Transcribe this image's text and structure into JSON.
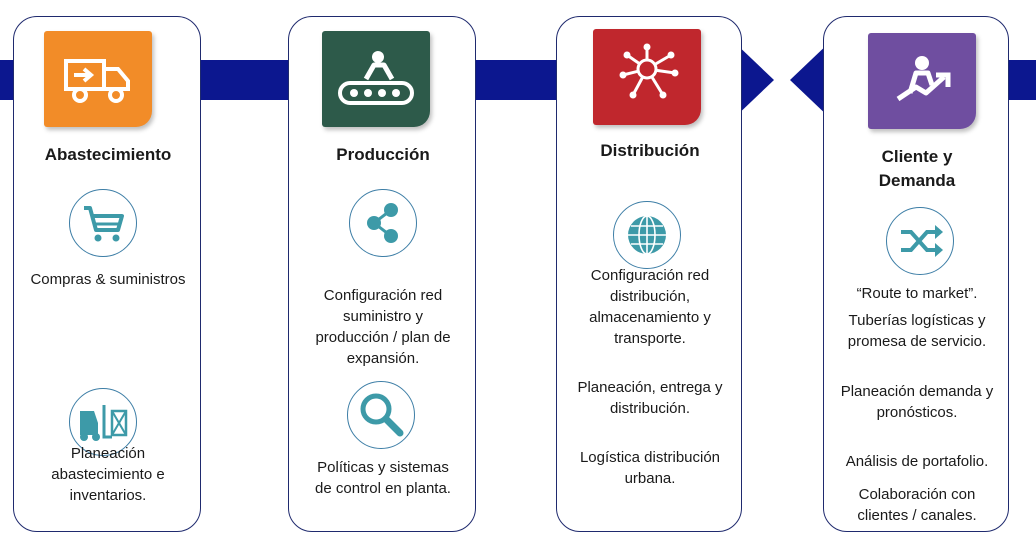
{
  "columns": [
    {
      "id": "abastecimiento",
      "title": "Abastecimiento",
      "tile_color": "#f28c28",
      "tile_icon": "truck-icon",
      "items": [
        {
          "icon": "shopping-cart-icon",
          "text": "Compras & suministros"
        },
        {
          "icon": "forklift-icon",
          "text": "Planeación\nabastecimiento e\ninventarios."
        }
      ]
    },
    {
      "id": "produccion",
      "title": "Producción",
      "tile_color": "#2d5a4a",
      "tile_icon": "conveyor-belt-icon",
      "items": [
        {
          "icon": "share-icon",
          "text": "Configuración red\nsuministro y\nproducción / plan de\nexpansión."
        },
        {
          "icon": "magnifier-icon",
          "text": "Políticas y sistemas\nde control en planta."
        }
      ]
    },
    {
      "id": "distribucion",
      "title": "Distribución",
      "tile_color": "#c0272d",
      "tile_icon": "network-hub-icon",
      "items": [
        {
          "icon": "globe-icon",
          "text": "Configuración red\ndistribución,\nalmacenamiento y\ntransporte."
        },
        {
          "icon": "",
          "text": "Planeación, entrega y\ndistribución."
        },
        {
          "icon": "",
          "text": "Logística distribución\nurbana."
        }
      ]
    },
    {
      "id": "cliente",
      "title": "Cliente y\nDemanda",
      "tile_color": "#6f4ea0",
      "tile_icon": "person-growth-icon",
      "items": [
        {
          "icon": "shuffle-arrows-icon",
          "text": "“Route to market”."
        },
        {
          "icon": "",
          "text": "Tuberías logísticas y\npromesa de servicio."
        },
        {
          "icon": "",
          "text": "Planeación demanda y\npronósticos."
        },
        {
          "icon": "",
          "text": "Análisis de portafolio."
        },
        {
          "icon": "",
          "text": "Colaboración con\nclientes / canales."
        }
      ]
    }
  ],
  "colors": {
    "flow_band": "#0c178f",
    "card_border": "#1f2a6e",
    "icon_circle": "#3d7ea6"
  }
}
